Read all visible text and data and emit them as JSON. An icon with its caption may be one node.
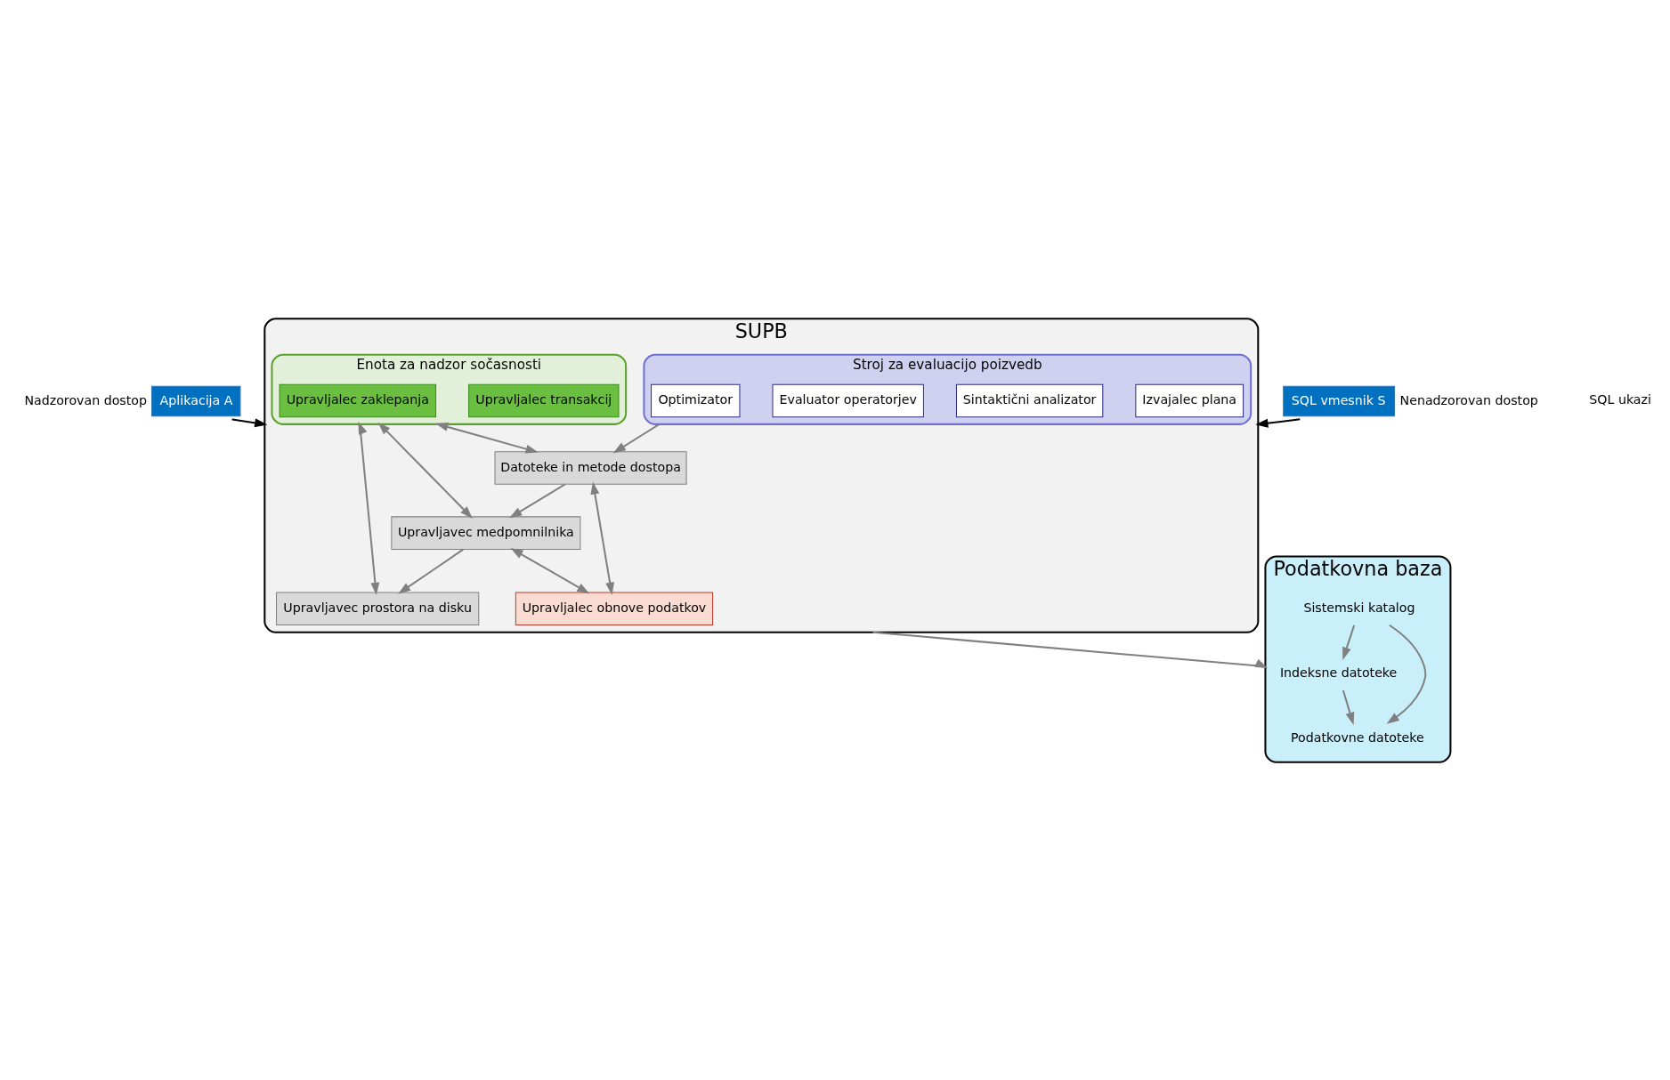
{
  "diagram": {
    "nodes": [
      {
        "text": [
          "Aplikacija A"
        ],
        "beside": [
          "Nadzorovan dostop"
        ]
      },
      {
        "text": [
          "SQL vmesnik S"
        ],
        "beside": [
          "Nenadzorovan dostop"
        ]
      },
      {
        "text": [
          "SUPB"
        ]
      },
      {
        "text": [
          "Stroj za evaluacijo poizvedb"
        ],
        "in": 2
      },
      {
        "text": [
          "Izvajalec plana"
        ],
        "in": 3
      },
      {
        "text": [
          "Sintaktični analizator"
        ],
        "in": 3
      },
      {
        "text": [
          "Evaluator operatorjev"
        ],
        "in": 3
      },
      {
        "text": [
          "Optimizator"
        ],
        "in": 3
      },
      {
        "text": [
          "Enota za nadzor sočasnosti"
        ],
        "in": 2
      },
      {
        "text": [
          "Upravljalec transakcij"
        ],
        "in": 8
      },
      {
        "text": [
          "Upravljalec zaklepanja"
        ],
        "in": 8
      },
      {
        "text": [
          "Datoteke in metode dostopa"
        ],
        "in": 2
      },
      {
        "text": [
          "Upravljavec medpomnilnika"
        ],
        "in": 2
      },
      {
        "text": [
          "Upravljavec prostora na disku"
        ],
        "in": 2
      },
      {
        "text": [
          "Upravljalec obnove podatkov"
        ],
        "in": 2
      },
      {
        "text": [
          "Podatkovna baza"
        ]
      },
      {
        "text": [
          "Indeksne datoteke"
        ],
        "in": 15
      },
      {
        "text": [
          "Podatkovne datoteke"
        ],
        "in": 15
      },
      {
        "text": [
          "Sistemski katalog"
        ],
        "in": 15
      }
    ],
    "edges": [
      {
        "from": 0,
        "to": 2,
        "arrow": "to",
        "color": "#000000"
      },
      {
        "from": 1,
        "to": 2,
        "arrow": "to",
        "color": "#000000"
      },
      {
        "from": 3,
        "to": 11,
        "arrow": "to"
      },
      {
        "from": 11,
        "to": 12,
        "arrow": "to"
      },
      {
        "from": 12,
        "to": 13,
        "arrow": "to"
      },
      {
        "from": 8,
        "to": 11,
        "arrow": "both"
      },
      {
        "from": 8,
        "to": 12,
        "arrow": "both"
      },
      {
        "from": 8,
        "to": 13,
        "arrow": "both"
      },
      {
        "from": 11,
        "to": 14,
        "arrow": "both"
      },
      {
        "from": 12,
        "to": 14,
        "arrow": "both"
      },
      {
        "from": 2,
        "to": 15,
        "arrow": "to"
      },
      {
        "from": 18,
        "to": 16,
        "arrow": "to"
      },
      {
        "from": 18,
        "to": 17,
        "arrow": "to"
      },
      {
        "from": 16,
        "to": 17,
        "arrow": "to"
      }
    ],
    "labels": [
      "SQL ukazi"
    ]
  }
}
